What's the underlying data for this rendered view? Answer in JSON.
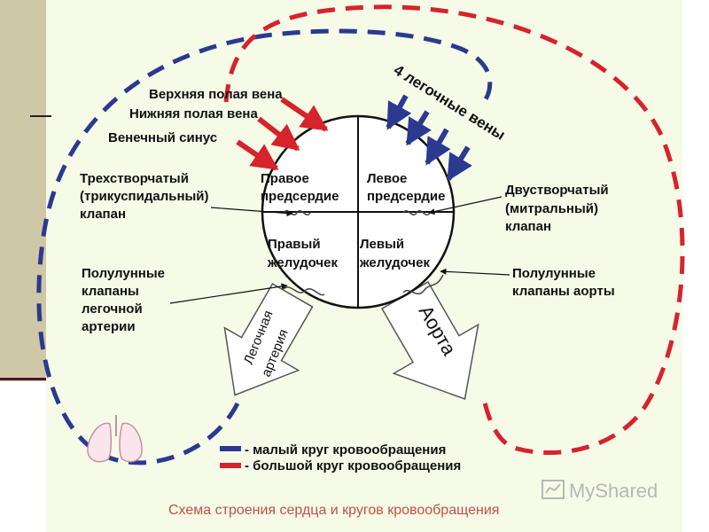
{
  "labels": {
    "svc": "Верхняя полая вена",
    "ivc": "Нижняя полая вена",
    "cs": "Венечный синус",
    "pv": "4 легочные вены",
    "tri1": "Трехстворчатый",
    "tri2": "(трикуспидальный)",
    "tri3": "клапан",
    "bi1": "Двустворчатый",
    "bi2": "(митральный)",
    "bi3": "клапан",
    "ra1": "Правое",
    "ra2": "предсердие",
    "la1": "Левое",
    "la2": "предсердие",
    "rv1": "Правый",
    "rv2": "желудочек",
    "lv1": "Левый",
    "lv2": "желудочек",
    "pulv1": "Полулунные",
    "pulv2": "клапаны",
    "pulv3": "легочной",
    "pulv4": "артерии",
    "aov1": "Полулунные",
    "aov2": "клапаны аорты",
    "pa1": "Легочная",
    "pa2": "артерия",
    "aorta": "Аорта"
  },
  "legend": {
    "small": "- малый круг кровообращения",
    "large": "- большой круг кровообращения"
  },
  "colors": {
    "small_circle": "#2b3990",
    "large_circle": "#d7232b",
    "caption": "#c2504a"
  },
  "caption": "Схема строения сердца и кругов кровообращения",
  "watermark": "MyShared"
}
